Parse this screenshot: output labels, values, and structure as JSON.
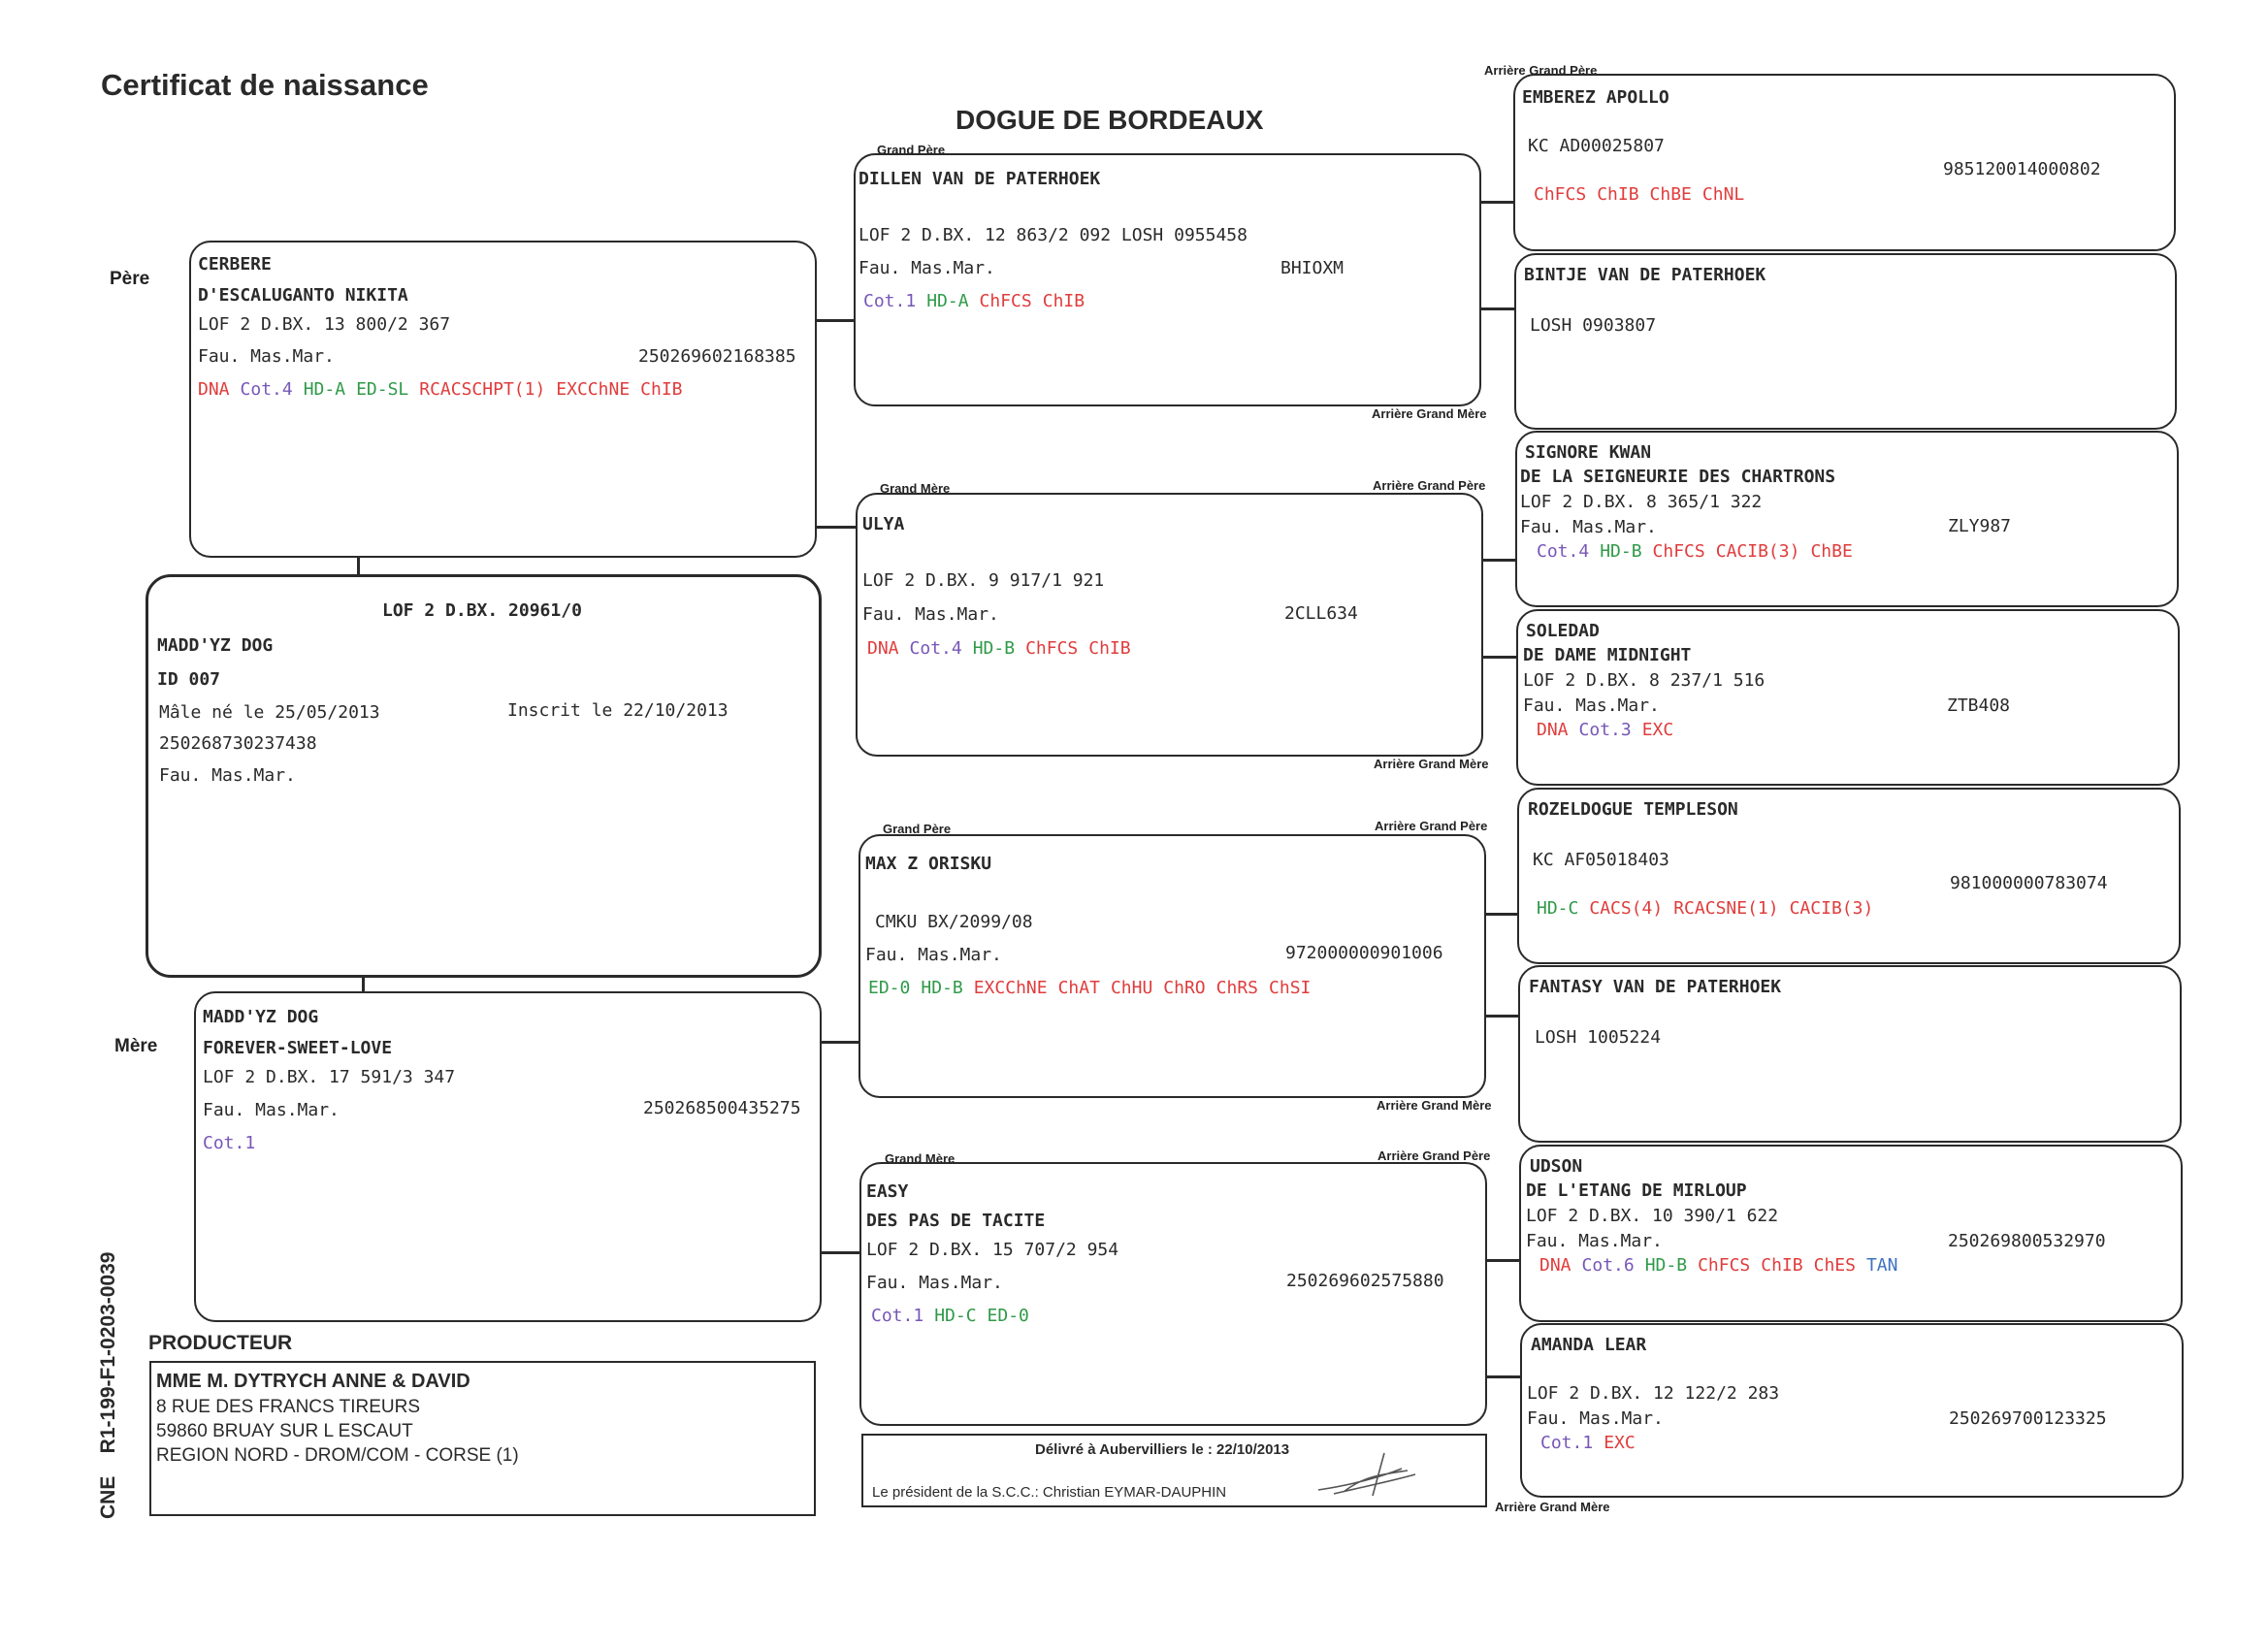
{
  "header": {
    "title": "Certificat de naissance",
    "breed": "DOGUE DE BORDEAUX"
  },
  "labels": {
    "pere": "Père",
    "mere": "Mère",
    "grand_pere": "Grand Père",
    "grand_mere": "Grand Mère",
    "arriere_grand_pere": "Arrière Grand Père",
    "arriere_grand_mere": "Arrière Grand Mère",
    "producteur": "PRODUCTEUR",
    "cne": "CNE    R1-199-F1-0203-0039"
  },
  "dog": {
    "lof": "LOF 2 D.BX. 20961/0",
    "name1": "MADD'YZ DOG",
    "name2": "ID 007",
    "birth": "Mâle né le 25/05/2013",
    "registered": "Inscrit le 22/10/2013",
    "chip": "250268730237438",
    "color": "Fau. Mas.Mar."
  },
  "sire": {
    "name1": "CERBERE",
    "name2": "D'ESCALUGANTO NIKITA",
    "reg": "LOF 2 D.BX. 13 800/2 367",
    "color": "Fau. Mas.Mar.",
    "id": "250269602168385",
    "titles": [
      {
        "text": "DNA",
        "color": "red"
      },
      {
        "text": "Cot.4",
        "color": "purple"
      },
      {
        "text": "HD-A",
        "color": "green"
      },
      {
        "text": "ED-SL",
        "color": "green"
      },
      {
        "text": "RCACSCHPT(1)",
        "color": "red"
      },
      {
        "text": "EXCChNE",
        "color": "red"
      },
      {
        "text": "ChIB",
        "color": "red"
      }
    ]
  },
  "dam": {
    "name1": "MADD'YZ DOG",
    "name2": "FOREVER-SWEET-LOVE",
    "reg": "LOF 2 D.BX. 17 591/3 347",
    "color": "Fau. Mas.Mar.",
    "id": "250268500435275",
    "titles": [
      {
        "text": "Cot.1",
        "color": "purple"
      }
    ]
  },
  "gp1": {
    "name": "DILLEN VAN DE PATERHOEK",
    "reg": "LOF 2 D.BX. 12 863/2 092 LOSH 0955458",
    "color": "Fau. Mas.Mar.",
    "id": "BHIOXM",
    "titles": [
      {
        "text": "Cot.1",
        "color": "purple"
      },
      {
        "text": "HD-A",
        "color": "green"
      },
      {
        "text": "ChFCS",
        "color": "red"
      },
      {
        "text": "ChIB",
        "color": "red"
      }
    ]
  },
  "gm1": {
    "name": "ULYA",
    "reg": "LOF 2 D.BX. 9 917/1 921",
    "color": "Fau. Mas.Mar.",
    "id": "2CLL634",
    "titles": [
      {
        "text": "DNA",
        "color": "red"
      },
      {
        "text": "Cot.4",
        "color": "purple"
      },
      {
        "text": "HD-B",
        "color": "green"
      },
      {
        "text": "ChFCS",
        "color": "red"
      },
      {
        "text": "ChIB",
        "color": "red"
      }
    ]
  },
  "gp2": {
    "name": "MAX Z ORISKU",
    "reg": "CMKU BX/2099/08",
    "color": "Fau. Mas.Mar.",
    "id": "972000000901006",
    "titles": [
      {
        "text": "ED-0",
        "color": "green"
      },
      {
        "text": "HD-B",
        "color": "green"
      },
      {
        "text": "EXCChNE",
        "color": "red"
      },
      {
        "text": "ChAT",
        "color": "red"
      },
      {
        "text": "ChHU",
        "color": "red"
      },
      {
        "text": "ChRO",
        "color": "red"
      },
      {
        "text": "ChRS",
        "color": "red"
      },
      {
        "text": "ChSI",
        "color": "red"
      }
    ]
  },
  "gm2": {
    "name1": "EASY",
    "name2": "DES PAS DE TACITE",
    "reg": "LOF 2 D.BX. 15 707/2 954",
    "color": "Fau. Mas.Mar.",
    "id": "250269602575880",
    "titles": [
      {
        "text": "Cot.1",
        "color": "purple"
      },
      {
        "text": "HD-C",
        "color": "green"
      },
      {
        "text": "ED-0",
        "color": "green"
      }
    ]
  },
  "ggp1": {
    "name": "EMBEREZ APOLLO",
    "reg": "KC AD00025807",
    "id": "985120014000802",
    "titles": [
      {
        "text": "ChFCS",
        "color": "red"
      },
      {
        "text": "ChIB",
        "color": "red"
      },
      {
        "text": "ChBE",
        "color": "red"
      },
      {
        "text": "ChNL",
        "color": "red"
      }
    ]
  },
  "ggm1": {
    "name": "BINTJE VAN DE PATERHOEK",
    "reg": "LOSH 0903807"
  },
  "ggp2": {
    "name1": "SIGNORE KWAN",
    "name2": "DE LA SEIGNEURIE DES CHARTRONS",
    "reg": "LOF 2 D.BX. 8 365/1 322",
    "color": "Fau. Mas.Mar.",
    "id": "ZLY987",
    "titles": [
      {
        "text": "Cot.4",
        "color": "purple"
      },
      {
        "text": "HD-B",
        "color": "green"
      },
      {
        "text": "ChFCS",
        "color": "red"
      },
      {
        "text": "CACIB(3)",
        "color": "red"
      },
      {
        "text": "ChBE",
        "color": "red"
      }
    ]
  },
  "ggm2": {
    "name1": "SOLEDAD",
    "name2": "DE DAME MIDNIGHT",
    "reg": "LOF 2 D.BX. 8 237/1 516",
    "color": "Fau. Mas.Mar.",
    "id": "ZTB408",
    "titles": [
      {
        "text": "DNA",
        "color": "red"
      },
      {
        "text": "Cot.3",
        "color": "purple"
      },
      {
        "text": "EXC",
        "color": "red"
      }
    ]
  },
  "ggp3": {
    "name": "ROZELDOGUE TEMPLESON",
    "reg": "KC AF05018403",
    "id": "981000000783074",
    "titles": [
      {
        "text": "HD-C",
        "color": "green"
      },
      {
        "text": "CACS(4)",
        "color": "red"
      },
      {
        "text": "RCACSNE(1)",
        "color": "red"
      },
      {
        "text": "CACIB(3)",
        "color": "red"
      }
    ]
  },
  "ggm3": {
    "name": "FANTASY VAN DE PATERHOEK",
    "reg": "LOSH 1005224"
  },
  "ggp4": {
    "name1": "UDSON",
    "name2": "DE L'ETANG DE MIRLOUP",
    "reg": "LOF 2 D.BX. 10 390/1 622",
    "color": "Fau. Mas.Mar.",
    "id": "250269800532970",
    "titles": [
      {
        "text": "DNA",
        "color": "red"
      },
      {
        "text": "Cot.6",
        "color": "purple"
      },
      {
        "text": "HD-B",
        "color": "green"
      },
      {
        "text": "ChFCS",
        "color": "red"
      },
      {
        "text": "ChIB",
        "color": "red"
      },
      {
        "text": "ChES",
        "color": "red"
      },
      {
        "text": "TAN",
        "color": "blue"
      }
    ]
  },
  "ggm4": {
    "name": "AMANDA LEAR",
    "reg": "LOF 2 D.BX. 12 122/2 283",
    "color": "Fau. Mas.Mar.",
    "id": "250269700123325",
    "titles": [
      {
        "text": "Cot.1",
        "color": "purple"
      },
      {
        "text": "EXC",
        "color": "red"
      }
    ]
  },
  "producer": {
    "name": "MME M. DYTRYCH ANNE & DAVID",
    "address1": "8 RUE DES FRANCS TIREURS",
    "address2": "59860 BRUAY SUR L ESCAUT",
    "region": "REGION NORD - DROM/COM - CORSE (1)"
  },
  "delivery": {
    "issued": "Délivré à Aubervilliers le : 22/10/2013",
    "president": "Le président de la S.C.C.: Christian EYMAR-DAUPHIN"
  }
}
